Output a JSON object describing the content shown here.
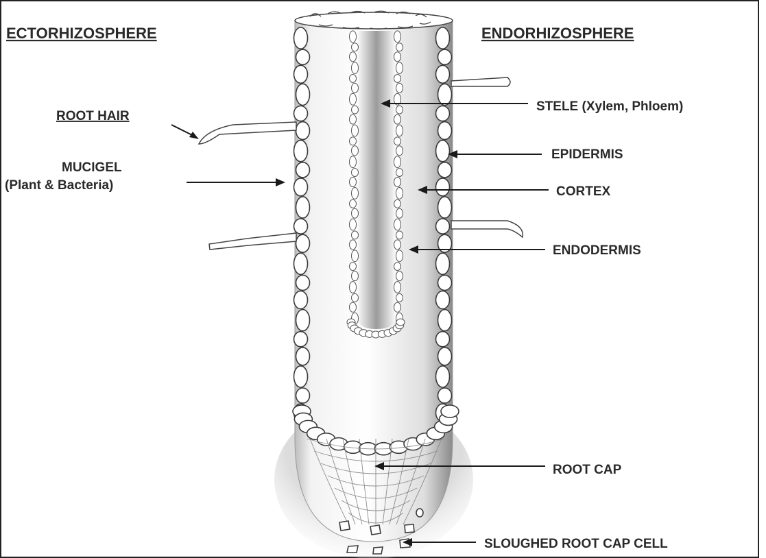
{
  "headers": {
    "left": "ECTORHIZOSPHERE",
    "right": "ENDORHIZOSPHERE"
  },
  "labels": {
    "root_hair": "ROOT HAIR",
    "mucigel_line1": "MUCIGEL",
    "mucigel_line2": "(Plant & Bacteria)",
    "stele": "STELE (Xylem, Phloem)",
    "epidermis": "EPIDERMIS",
    "cortex": "CORTEX",
    "endodermis": "ENDODERMIS",
    "root_cap": "ROOT CAP",
    "sloughed_cell": "SLOUGHED ROOT CAP CELL"
  }
}
